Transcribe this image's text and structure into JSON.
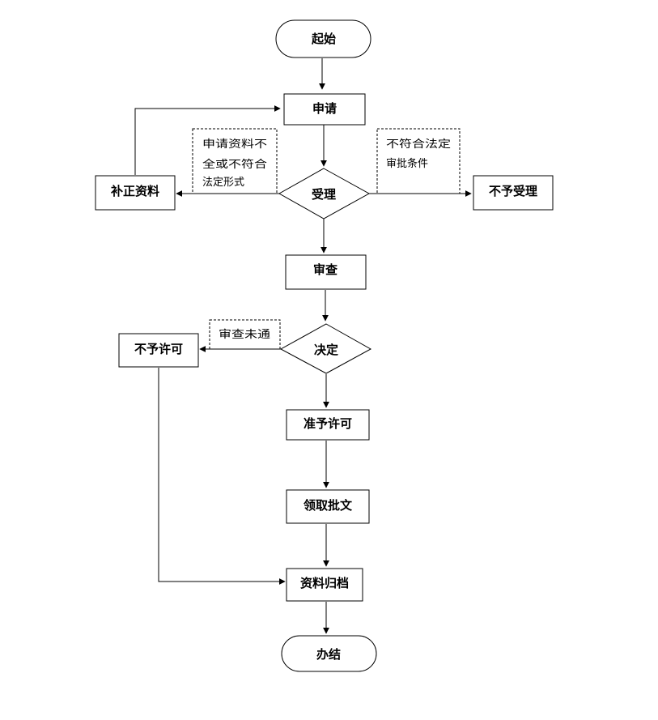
{
  "nodes": {
    "start": "起始",
    "apply": "申请",
    "accept": "受理",
    "supplement": "补正资料",
    "reject_accept": "不予受理",
    "review": "审查",
    "decide": "决定",
    "deny": "不予许可",
    "grant": "准予许可",
    "collect": "领取批文",
    "archive": "资料归档",
    "end": "办结"
  },
  "notes": {
    "incomplete": [
      "申请资料不",
      "全或不符合",
      "法定形式"
    ],
    "not_eligible": [
      "不符合法定",
      "审批条件"
    ],
    "review_failed": "审查未通"
  }
}
